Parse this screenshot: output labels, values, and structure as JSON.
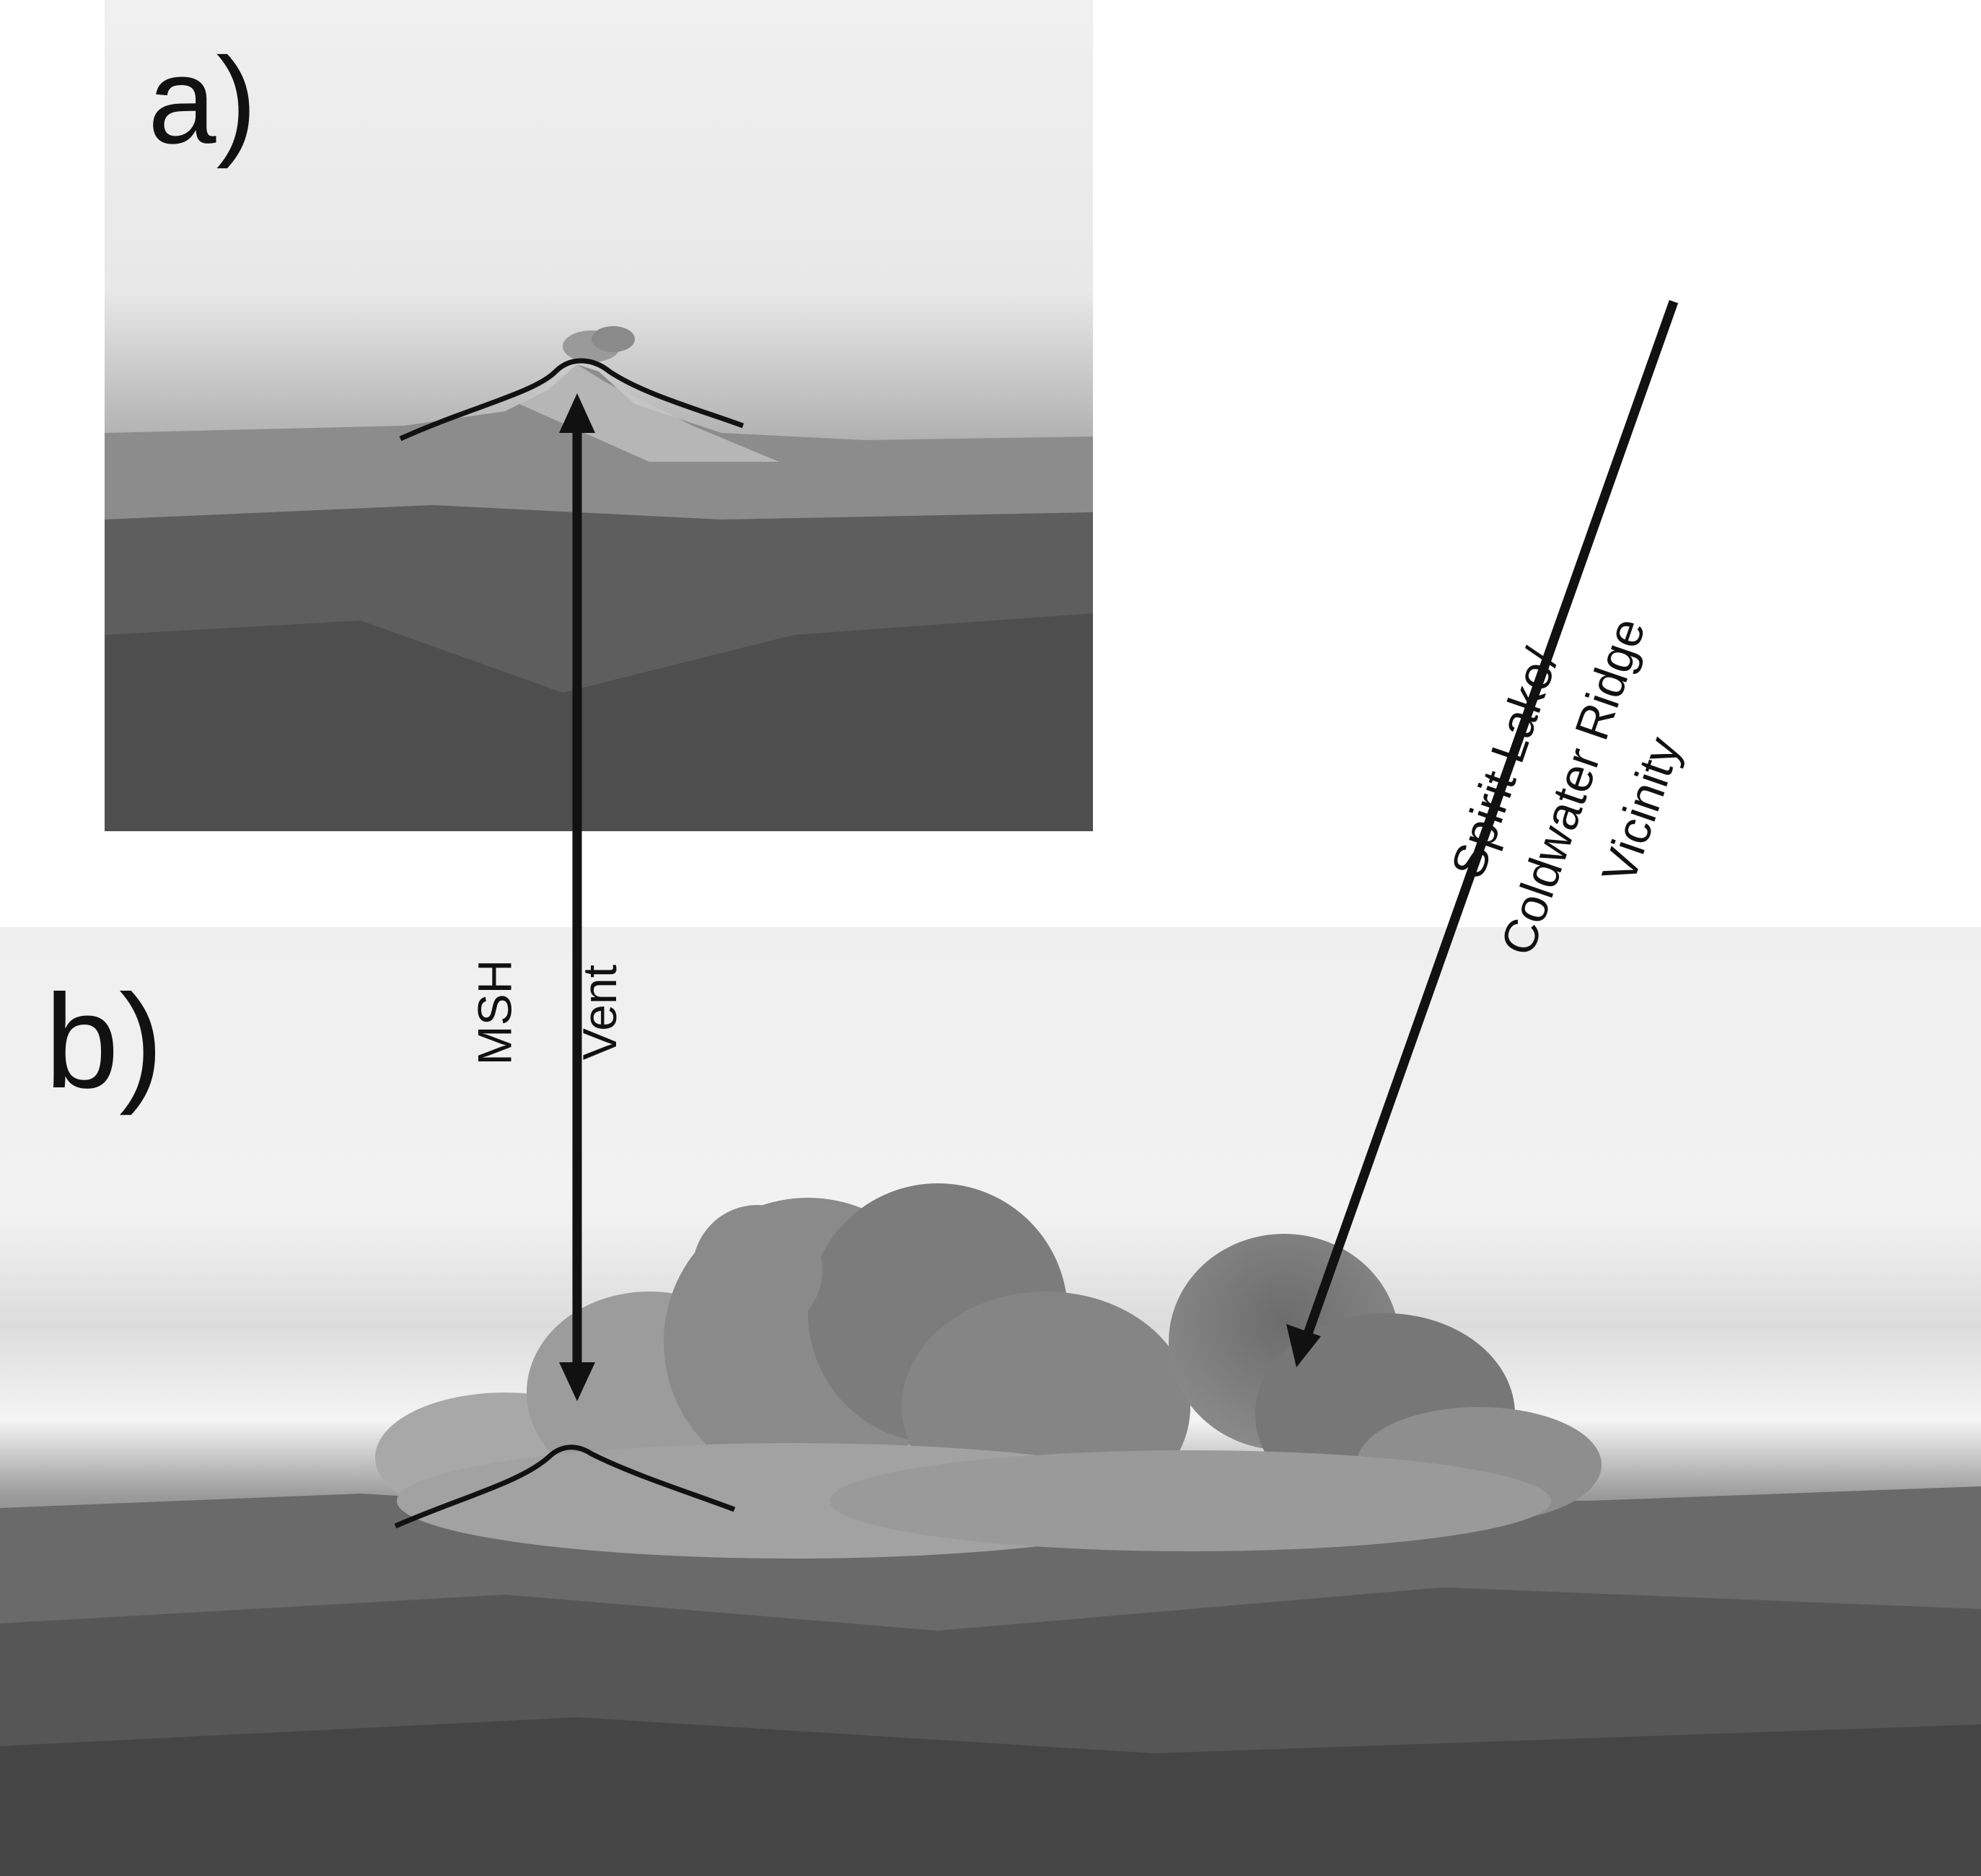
{
  "panels": {
    "a": {
      "label": "a)"
    },
    "b": {
      "label": "b)"
    }
  },
  "annotations": {
    "vent_arrow": {
      "line1": "MSH",
      "line2": "Vent"
    },
    "lake_arrow": {
      "line1": "Spirit Lake/",
      "line2": "Coldwater Ridge",
      "line3": "Vicinity"
    }
  },
  "colors": {
    "annotation_ink": "#111111",
    "background": "#ffffff"
  }
}
